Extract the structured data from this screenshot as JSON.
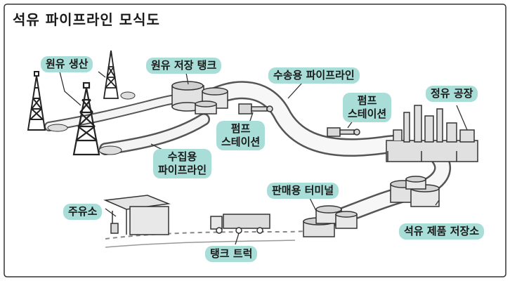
{
  "title": "석유 파이프라인 모식도",
  "accent": "#a9ddd8",
  "labels": {
    "crude_production": "원유 생산",
    "crude_storage_tank": "원유 저장 탱크",
    "transport_pipeline": "수송용 파이프라인",
    "pump_station_right_1": "펌프",
    "pump_station_right_2": "스테이션",
    "refinery": "정유 공장",
    "pump_station_left_1": "펌프",
    "pump_station_left_2": "스테이션",
    "gathering_pipeline_1": "수집용",
    "gathering_pipeline_2": "파이프라인",
    "sales_terminal": "판매용 터미널",
    "gas_station": "주유소",
    "product_storage": "석유 제품 저장소",
    "tank_truck": "탱크 트럭"
  }
}
